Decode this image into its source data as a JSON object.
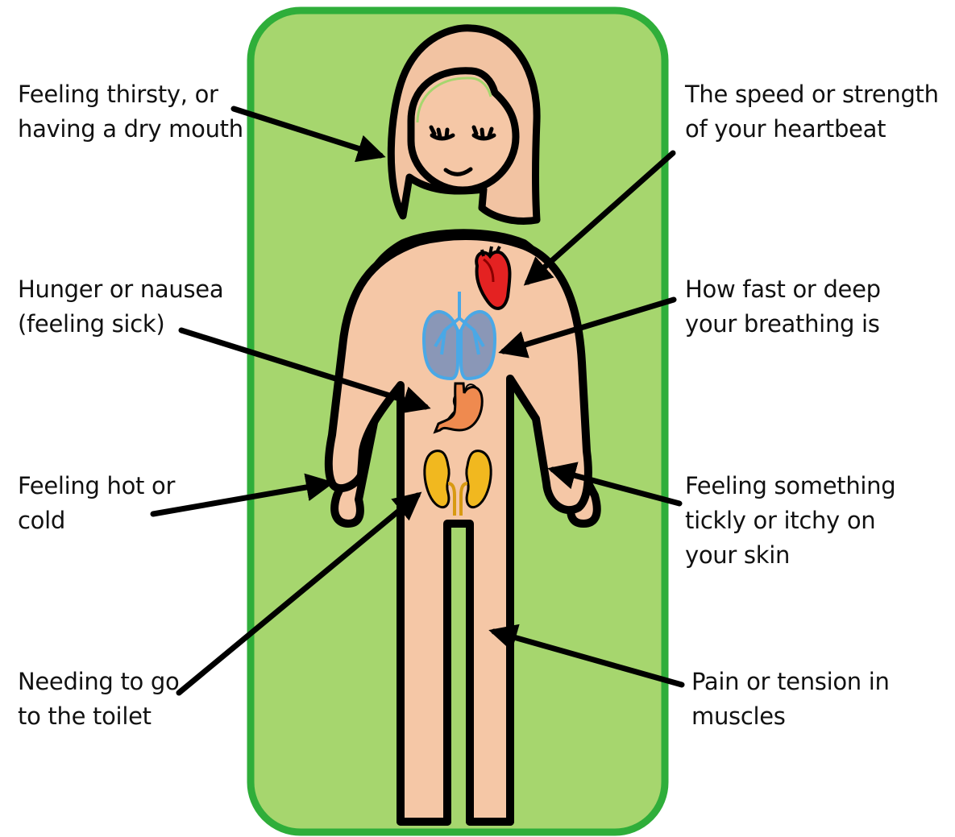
{
  "labels": {
    "thirst": {
      "line1": "Feeling thirsty, or",
      "line2": "having a dry mouth"
    },
    "heartbeat": {
      "line1": "The speed or strength",
      "line2": "of your heartbeat"
    },
    "hunger": {
      "line1": "Hunger or nausea",
      "line2": "(feeling sick)"
    },
    "breathing": {
      "line1": "How fast or deep",
      "line2": "your breathing is"
    },
    "temperature": {
      "line1": "Feeling hot or",
      "line2": "cold"
    },
    "skin": {
      "line1": "Feeling something",
      "line2": "tickly or itchy on",
      "line3": "your skin"
    },
    "toilet": {
      "line1": "Needing to go",
      "line2": "to the toilet"
    },
    "muscles": {
      "line1": "Pain or tension in",
      "line2": "muscles"
    }
  },
  "colors": {
    "background_panel": "#a6d66e",
    "panel_border": "#2fae3a",
    "skin": "#f5c7a6",
    "hair": "#f2c3a2",
    "outline": "#000000",
    "heart": "#e42222",
    "lungs": "#8a97b7",
    "lungs_outline": "#4aa8e6",
    "stomach": "#ef8a4f",
    "kidneys": "#f1b81f"
  },
  "icons": [
    "body-figure",
    "heart-icon",
    "lungs-icon",
    "stomach-icon",
    "kidneys-icon",
    "face-icon"
  ]
}
